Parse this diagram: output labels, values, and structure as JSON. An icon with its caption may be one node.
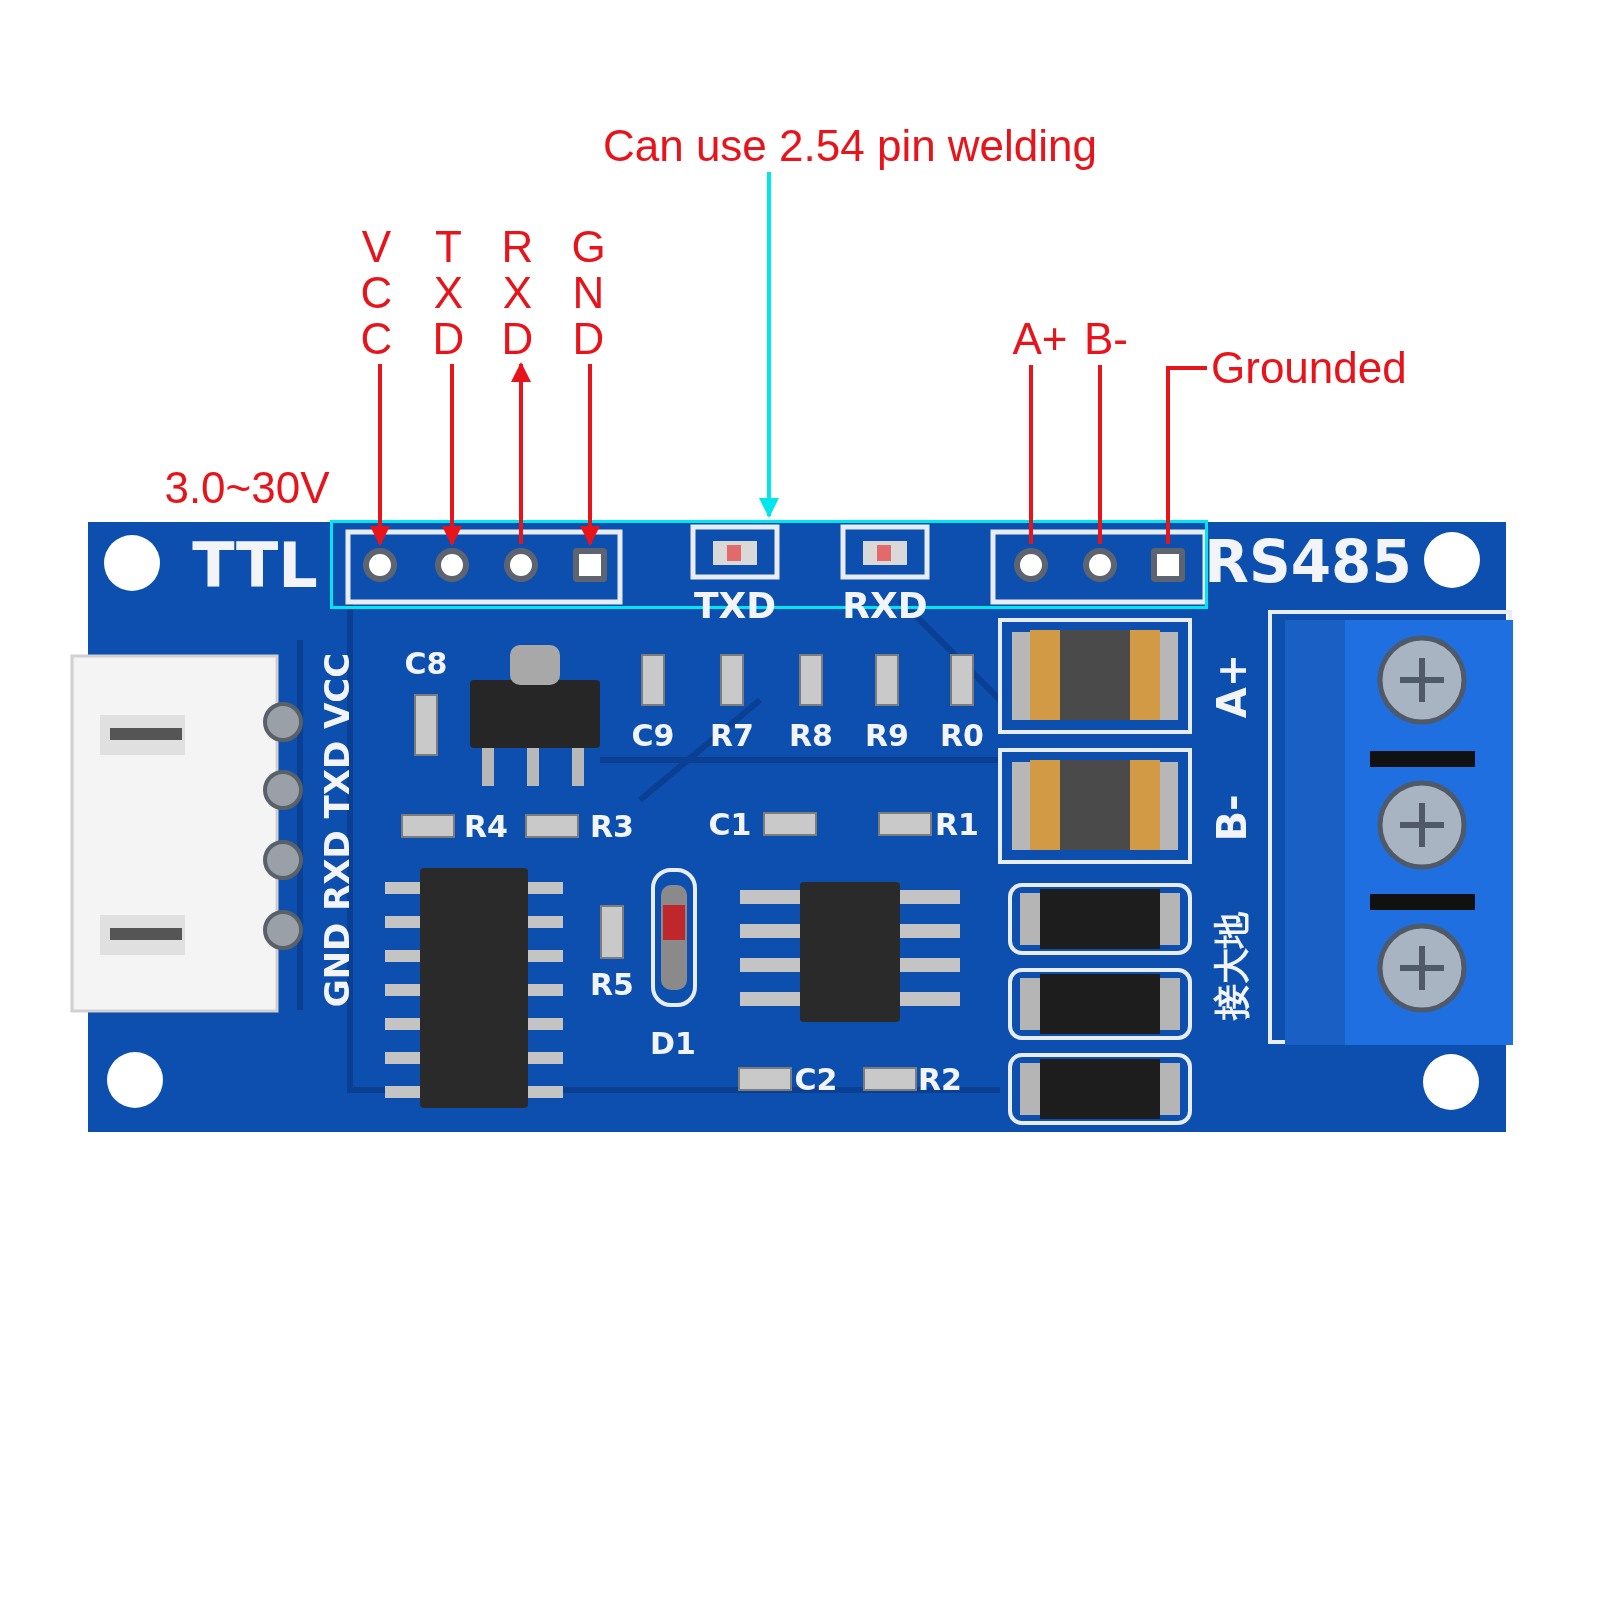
{
  "diagram": {
    "nodes": [
      {
        "text": [
          "Can use 2.54 pin welding"
        ]
      },
      {
        "text": [],
        "shape": "box"
      },
      {
        "text": [
          "VCC"
        ]
      },
      {
        "text": [
          "TXD"
        ]
      },
      {
        "text": [
          "RXD"
        ]
      },
      {
        "text": [
          "GND"
        ]
      },
      {
        "text": [],
        "shape": "circle",
        "in": 1
      },
      {
        "text": [],
        "shape": "circle",
        "in": 1
      },
      {
        "text": [],
        "shape": "circle",
        "in": 1
      },
      {
        "text": [],
        "shape": "circle",
        "in": 1
      },
      {
        "text": [
          "A+"
        ]
      },
      {
        "text": [
          "B-"
        ]
      },
      {
        "text": [
          "Grounded"
        ]
      },
      {
        "text": [],
        "shape": "circle",
        "in": 1
      },
      {
        "text": [],
        "shape": "circle",
        "in": 1
      },
      {
        "text": [],
        "shape": "circle",
        "in": 1
      }
    ],
    "edges": [
      {
        "from": 0,
        "to": 1,
        "arrow": "to",
        "color": "#00e5ee"
      },
      {
        "from": 2,
        "to": 6,
        "arrow": "to"
      },
      {
        "from": 3,
        "to": 7,
        "arrow": "to"
      },
      {
        "from": 8,
        "to": 4,
        "arrow": "to"
      },
      {
        "from": 5,
        "to": 9,
        "arrow": "to"
      },
      {
        "from": 10,
        "to": 13,
        "arrow": "none"
      },
      {
        "from": 11,
        "to": 14,
        "arrow": "none"
      },
      {
        "from": 12,
        "to": 15,
        "arrow": "none"
      }
    ],
    "labels": [
      "3.0~30V",
      "TTL",
      "RS485",
      "TXD",
      "RXD",
      "C8",
      "GND RXD TXD VCC",
      "A+",
      "C9",
      "R7",
      "R8",
      "R9",
      "R0",
      "R4",
      "R3",
      "C1",
      "R1",
      "B-",
      "R5",
      "接大地",
      "D1",
      "C2",
      "R2"
    ]
  }
}
